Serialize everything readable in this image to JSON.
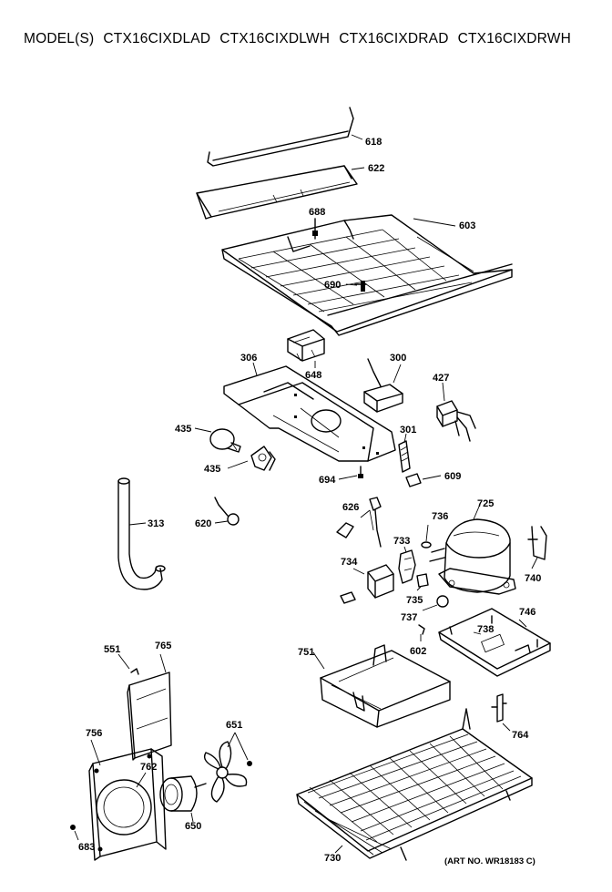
{
  "header": {
    "prefix": "MODEL(S)",
    "models": [
      "CTX16CIXDLAD",
      "CTX16CIXDLWH",
      "CTX16CIXDRAD",
      "CTX16CIXDRWH"
    ]
  },
  "art_number": "(ART NO. WR18183 C)",
  "parts": [
    {
      "id": "618"
    },
    {
      "id": "622"
    },
    {
      "id": "688"
    },
    {
      "id": "603"
    },
    {
      "id": "690"
    },
    {
      "id": "306"
    },
    {
      "id": "648"
    },
    {
      "id": "300"
    },
    {
      "id": "427"
    },
    {
      "id": "435a",
      "label": "435"
    },
    {
      "id": "435b",
      "label": "435"
    },
    {
      "id": "301"
    },
    {
      "id": "694"
    },
    {
      "id": "609"
    },
    {
      "id": "313"
    },
    {
      "id": "620"
    },
    {
      "id": "626"
    },
    {
      "id": "736"
    },
    {
      "id": "725"
    },
    {
      "id": "733"
    },
    {
      "id": "734"
    },
    {
      "id": "740"
    },
    {
      "id": "735"
    },
    {
      "id": "746"
    },
    {
      "id": "737"
    },
    {
      "id": "738"
    },
    {
      "id": "602"
    },
    {
      "id": "551"
    },
    {
      "id": "765"
    },
    {
      "id": "751"
    },
    {
      "id": "764"
    },
    {
      "id": "756"
    },
    {
      "id": "651"
    },
    {
      "id": "762"
    },
    {
      "id": "650"
    },
    {
      "id": "683"
    },
    {
      "id": "730"
    }
  ]
}
